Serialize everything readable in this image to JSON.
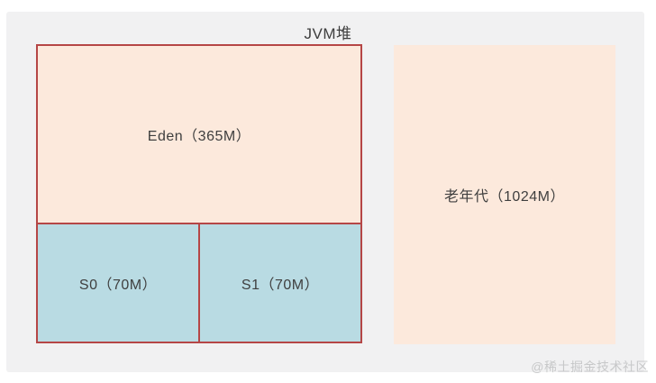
{
  "title": "JVM堆",
  "diagram": {
    "eden": {
      "label": "Eden（365M）"
    },
    "s0": {
      "label": "S0（70M）"
    },
    "s1": {
      "label": "S1（70M）"
    },
    "old_gen": {
      "label": "老年代（1024M）"
    }
  },
  "watermark": "@稀土掘金技术社区",
  "colors": {
    "background": "#f1f1f2",
    "young_fill": "#fce9dc",
    "survivor_fill": "#b9dbe3",
    "old_fill": "#fce9dc",
    "border_red": "#b54646"
  }
}
